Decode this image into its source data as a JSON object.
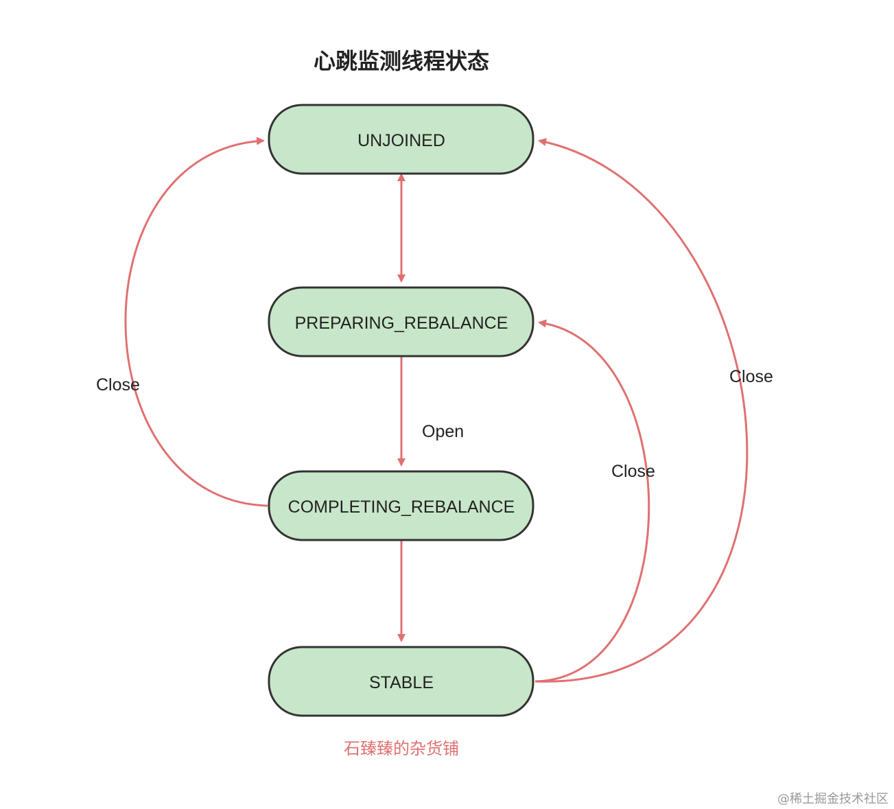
{
  "title": "心跳监测线程状态",
  "nodes": {
    "unjoined": "UNJOINED",
    "preparing_rebalance": "PREPARING_REBALANCE",
    "completing_rebalance": "COMPLETING_REBALANCE",
    "stable": "STABLE"
  },
  "edges": {
    "open_label": "Open",
    "close_left_label": "Close",
    "close_right_inner_label": "Close",
    "close_right_outer_label": "Close"
  },
  "footer": "石臻臻的杂货铺",
  "watermark": "@稀土掘金技术社区",
  "colors": {
    "node_fill": "#c8e6c9",
    "node_stroke": "#333333",
    "edge": "#e07070",
    "footer_text": "#e07070"
  }
}
